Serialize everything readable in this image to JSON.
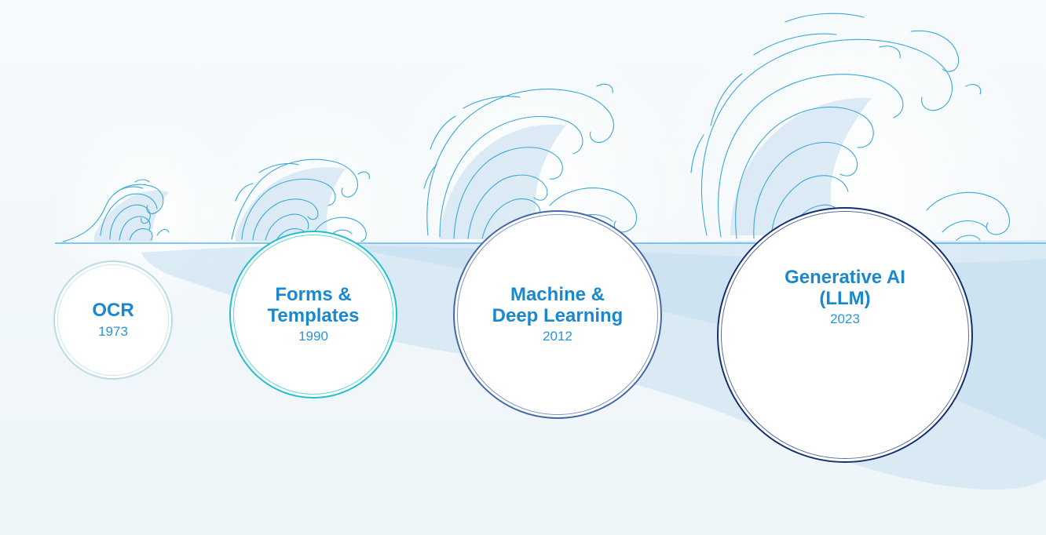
{
  "colors": {
    "title": "#1a88cf",
    "year": "#2b95d6",
    "wave_line": "#3aa8d8",
    "water": "#cfe3f1"
  },
  "eras": [
    {
      "title": "OCR",
      "year": "1973",
      "ring_color": "#b8dde2"
    },
    {
      "title": "Forms &\nTemplates",
      "year": "1990",
      "ring_color": "#22c0cc"
    },
    {
      "title": "Machine &\nDeep Learning",
      "year": "2012",
      "ring_color": "#4468a8"
    },
    {
      "title": "Generative AI\n(LLM)",
      "year": "2023",
      "ring_color": "#142f6e"
    }
  ]
}
